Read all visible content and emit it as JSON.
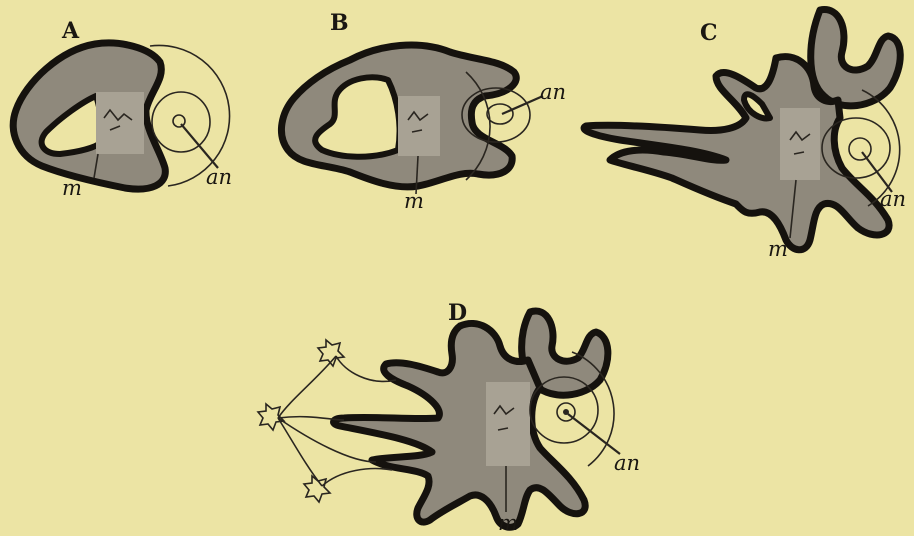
{
  "figure": {
    "panels": [
      {
        "id": "A",
        "letter": "A",
        "label_an": "an",
        "label_m": "m"
      },
      {
        "id": "B",
        "letter": "B",
        "label_an": "an",
        "label_m": "m"
      },
      {
        "id": "C",
        "letter": "C",
        "label_an": "an",
        "label_m": "m"
      },
      {
        "id": "D",
        "letter": "D",
        "label_an": "an",
        "label_m": "m"
      }
    ]
  },
  "colors": {
    "background": "#ece4a4",
    "tissue_fill": "#8f897c",
    "outline": "#15120e"
  }
}
